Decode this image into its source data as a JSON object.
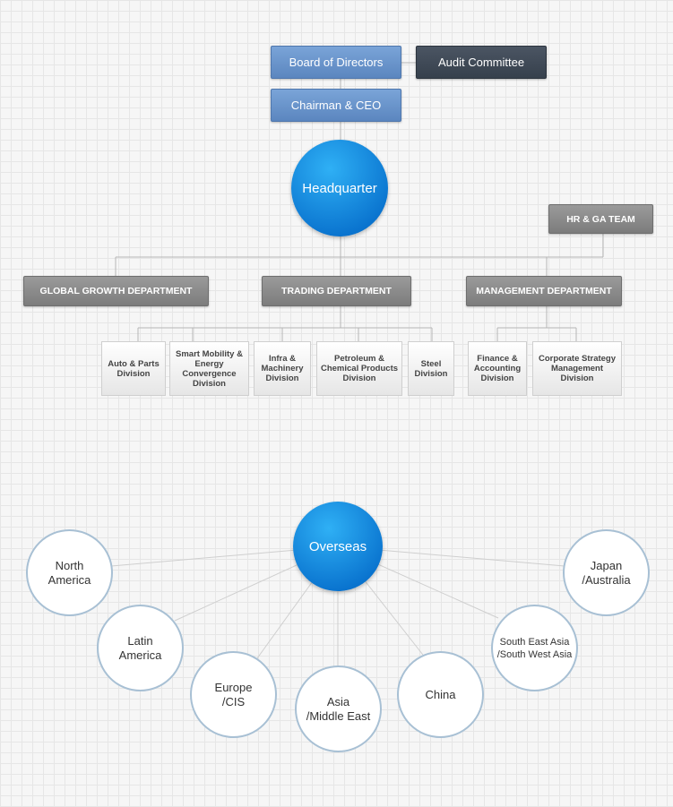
{
  "top": {
    "board": "Board of Directors",
    "audit": "Audit Committee",
    "ceo": "Chairman & CEO",
    "headquarter": "Headquarter",
    "hr": "HR & GA TEAM"
  },
  "departments": {
    "global": "GLOBAL GROWTH DEPARTMENT",
    "trading": "TRADING DEPARTMENT",
    "management": "MANAGEMENT DEPARTMENT"
  },
  "divisions": [
    "Auto & Parts\nDivision",
    "Smart Mobility &\nEnergy\nConvergence\nDivision",
    "Infra &\nMachinery\nDivision",
    "Petroleum &\nChemical Products\nDivision",
    "Steel\nDivision",
    "Finance &\nAccounting\nDivision",
    "Corporate Strategy\nManagement\nDivision"
  ],
  "overseas": {
    "hub": "Overseas",
    "regions": [
      "North\nAmerica",
      "Latin\nAmerica",
      "Europe\n/CIS",
      "Asia\n/Middle East",
      "China",
      "South East Asia\n/South West Asia",
      "Japan\n/Australia"
    ]
  },
  "colors": {
    "executive": "#5b86bf",
    "audit": "#3a4450",
    "hub": "#0a74cf",
    "department": "#8a8a8a",
    "region_border": "#a8c0d4"
  }
}
